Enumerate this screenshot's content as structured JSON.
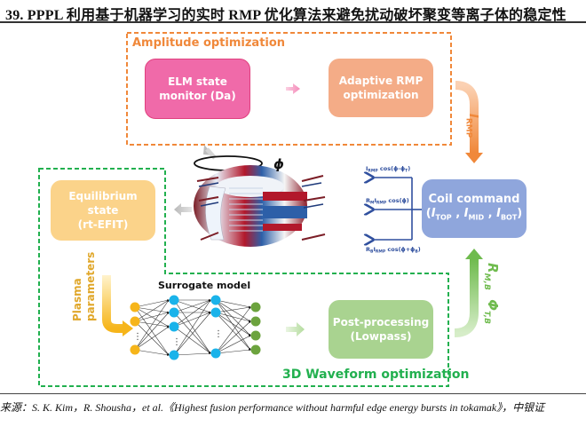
{
  "header": {
    "title": "39. PPPL 利用基于机器学习的实时 RMP 优化算法来避免扰动破坏聚变等离子体的稳定性"
  },
  "amplitude_group": {
    "label": "Amplitude optimization",
    "color": "#f0883a"
  },
  "waveform_group": {
    "label": "3D Waveform optimization",
    "color": "#22b04f"
  },
  "nodes": {
    "elm_monitor": {
      "line1": "ELM state",
      "line2": "monitor (Da)",
      "color": "#f06aa9"
    },
    "adaptive_rmp": {
      "line1": "Adaptive RMP",
      "line2": "optimization",
      "color": "#f4ac87"
    },
    "coil_command": {
      "line1": "Coil command",
      "line2": "(I_TOP , I_MID , I_BOT)",
      "color": "#8fa6dc"
    },
    "equilibrium": {
      "line1": "Equilibrium",
      "line2": "state",
      "line3": "(rt-EFIT)",
      "color": "#fbd38a"
    },
    "post_processing": {
      "line1": "Post-processing",
      "line2": "(Lowpass)",
      "color": "#a9d390"
    }
  },
  "labels": {
    "i_rmp": "I",
    "i_rmp_sub": "RMP",
    "phi": "ϕ",
    "plasma_parameters_1": "Plasma",
    "plasma_parameters_2": "parameters",
    "surrogate_model": "Surrogate model",
    "r_mb": "R",
    "r_mb_sub": "M,B",
    "phi_tb": "Φ",
    "phi_tb_sub": "T,B",
    "coil_top_formula": "I_RMP cos(ϕ-ϕ_T)",
    "coil_mid_formula": "R_M I_RMP cos(ϕ)",
    "coil_bot_formula": "R_B I_RMP cos(ϕ+ϕ_B)",
    "ellipsis": "⋮"
  },
  "coil_command_vars": {
    "top": "TOP",
    "mid": "MID",
    "bot": "BOT",
    "i": "I"
  },
  "source": {
    "text": "来源：S. K. Kim，R. Shousha，et al.《Highest fusion performance without harmful edge energy bursts in tokamak》，中银证"
  }
}
